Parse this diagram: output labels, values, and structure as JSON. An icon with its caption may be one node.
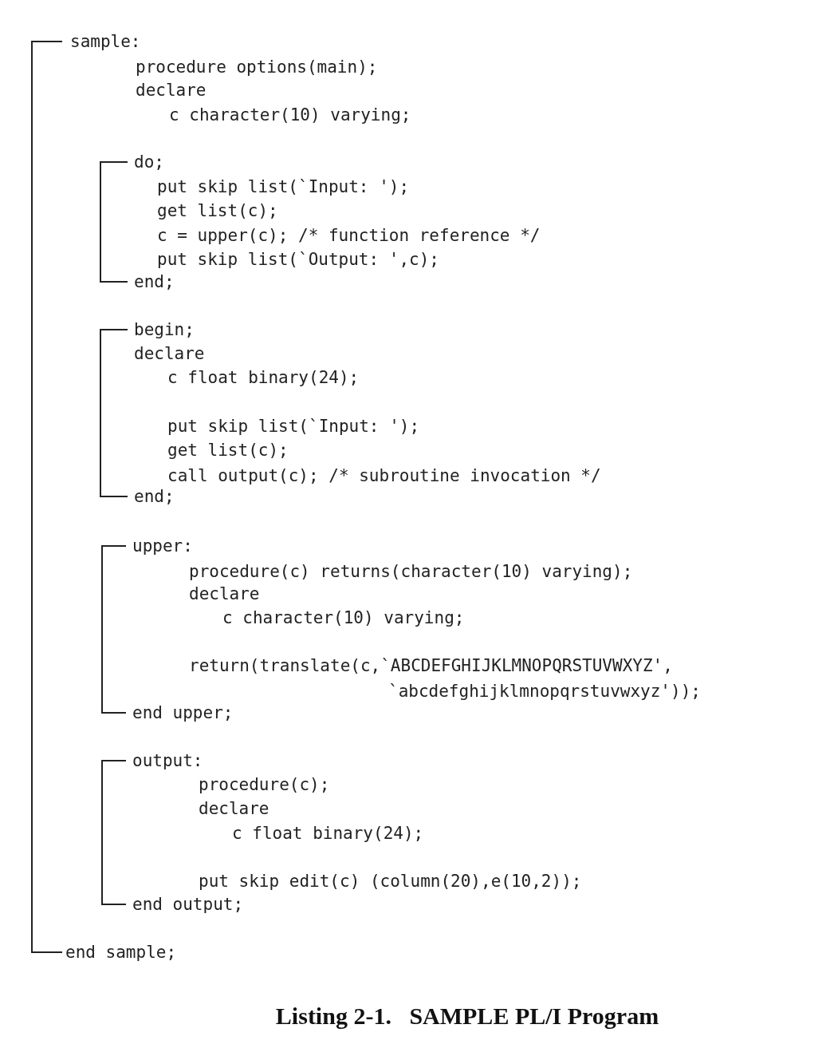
{
  "diagram": {
    "caption": "Listing 2-1.   SAMPLE PL/I Program",
    "labels": [
      "sample:",
      "procedure options(main);",
      "declare",
      "c character(10) varying;",
      "do;",
      "put skip list(`Input: ');",
      "get list(c);",
      "c = upper(c); /* function reference */",
      "put skip list(`Output: ',c);",
      "end;",
      "begin;",
      "declare",
      "c float binary(24);",
      "put skip list(`Input: ');",
      "get list(c);",
      "call output(c); /* subroutine invocation */",
      "end;",
      "upper:",
      "procedure(c) returns(character(10) varying);",
      "declare",
      "c character(10) varying;",
      "return(translate(c,`ABCDEFGHIJKLMNOPQRSTUVWXYZ',",
      "`abcdefghijklmnopqrstuvwxyz'));",
      "end upper;",
      "output:",
      "procedure(c);",
      "declare",
      "c float binary(24);",
      "put skip edit(c) (column(20),e(10,2));",
      "end output;",
      "end sample;"
    ]
  }
}
